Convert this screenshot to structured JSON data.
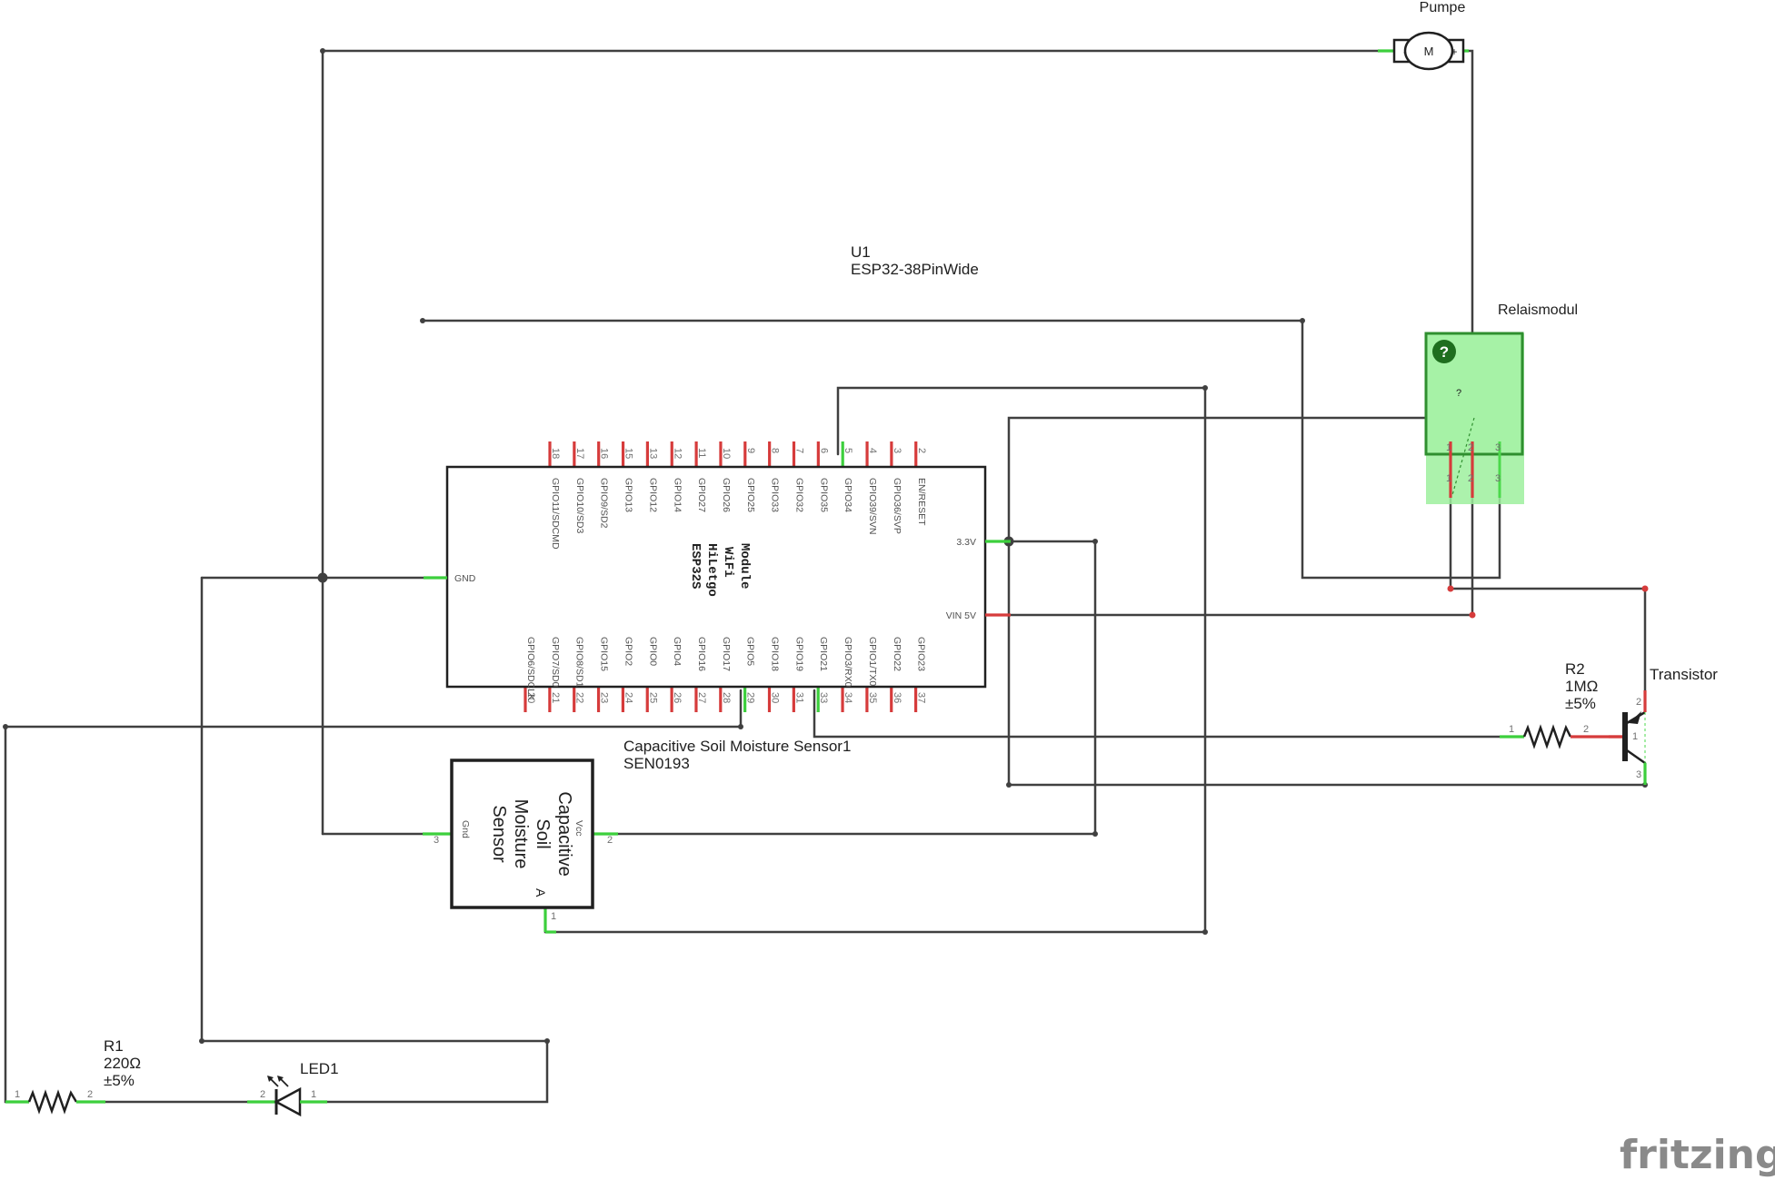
{
  "pump": {
    "name": "Pumpe",
    "symbol": "M",
    "pin_minus": "-",
    "pin_plus": "+"
  },
  "esp32": {
    "ref": "U1",
    "part": "ESP32-38PinWide",
    "chip_line1": "ESP32S",
    "chip_line2": "HiLetgo",
    "chip_line3": "WiFi",
    "chip_line4": "Module",
    "top_pin_numbers": [
      "18",
      "17",
      "16",
      "15",
      "13",
      "12",
      "11",
      "10",
      "9",
      "8",
      "7",
      "6",
      "5",
      "4",
      "3",
      "2"
    ],
    "top_pin_labels": [
      "GPIO11/SDCMD",
      "GPIO10/SD3",
      "GPIO9/SD2",
      "GPIO13",
      "GPIO12",
      "GPIO14",
      "GPIO27",
      "GPIO26",
      "GPIO25",
      "GPIO33",
      "GPIO32",
      "GPIO35",
      "GPIO34",
      "GPIO39/SVN",
      "GPIO36/SVP",
      "EN/RESET"
    ],
    "bottom_pin_numbers": [
      "20",
      "21",
      "22",
      "23",
      "24",
      "25",
      "26",
      "27",
      "28",
      "29",
      "30",
      "31",
      "33",
      "34",
      "35",
      "36",
      "37"
    ],
    "bottom_pin_labels": [
      "GPIO6/SDCLK",
      "GPIO7/SD0",
      "GPIO8/SD1",
      "GPIO15",
      "GPIO2",
      "GPIO0",
      "GPIO4",
      "GPIO16",
      "GPIO17",
      "GPIO5",
      "GPIO18",
      "GPIO19",
      "GPIO21",
      "GPIO3/RX0",
      "GPIO1/TX0",
      "GPIO22",
      "GPIO23"
    ],
    "gnd_label": "GND",
    "v33_label": "3.3V",
    "vin_label": "VIN 5V"
  },
  "relay": {
    "name": "Relaismodul",
    "icon_text": "?",
    "body_text": "?",
    "pin_numbers": [
      "1",
      "2",
      "3"
    ]
  },
  "sensor": {
    "ref": "Capacitive Soil Moisture Sensor1",
    "part": "SEN0193",
    "body_line1": "Capacitive",
    "body_line2": "Soil",
    "body_line3": "Moisture",
    "body_line4": "Sensor",
    "pin_vcc": "Vcc",
    "pin_gnd": "Gnd",
    "pin_a": "A",
    "pin_num_vcc": "2",
    "pin_num_gnd": "3",
    "pin_num_a": "1"
  },
  "r2": {
    "ref": "R2",
    "value": "1MΩ",
    "tol": "±5%",
    "pin1": "1",
    "pin2": "2"
  },
  "transistor": {
    "name": "Transistor",
    "pin1": "1",
    "pin2": "2",
    "pin3": "3"
  },
  "r1": {
    "ref": "R1",
    "value": "220Ω",
    "tol": "±5%",
    "pin1": "1",
    "pin2": "2"
  },
  "led": {
    "ref": "LED1",
    "pin1": "1",
    "pin2": "2"
  },
  "brand": "fritzing",
  "colors": {
    "wire": "#404040",
    "pin_connected": "#3ccf3c",
    "pin_unconnected": "#d63b3b",
    "relay_fill": "#a6f2a6",
    "relay_dark": "#2f8f2f"
  }
}
